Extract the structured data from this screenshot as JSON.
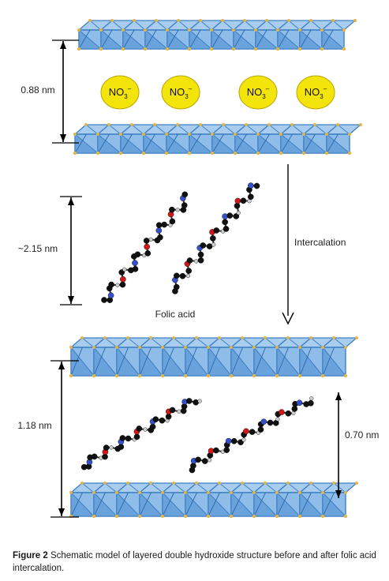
{
  "figure": {
    "dims": {
      "top_spacing": "0.88 nm",
      "folic_length": "~2.15 nm",
      "intercalated_spacing": "1.18 nm",
      "gallery_height": "0.70 nm"
    },
    "anion": {
      "base": "NO",
      "sub": "3",
      "sup": "–"
    },
    "process_label": "Intercalation",
    "molecule_label": "Folic acid"
  },
  "caption": {
    "label": "Figure 2",
    "text": "Schematic model of layered double hydroxide structure before and after folic acid intercalation."
  },
  "colors": {
    "layer_blue": "#3f7fc4",
    "layer_light": "#a9cdef",
    "anion_yellow": "#f3e40c",
    "vertex_gold": "#e0b64a",
    "carbon": "#111111",
    "nitrogen": "#3550c8",
    "oxygen": "#d01818",
    "hydrogen": "#cfcfcf"
  }
}
